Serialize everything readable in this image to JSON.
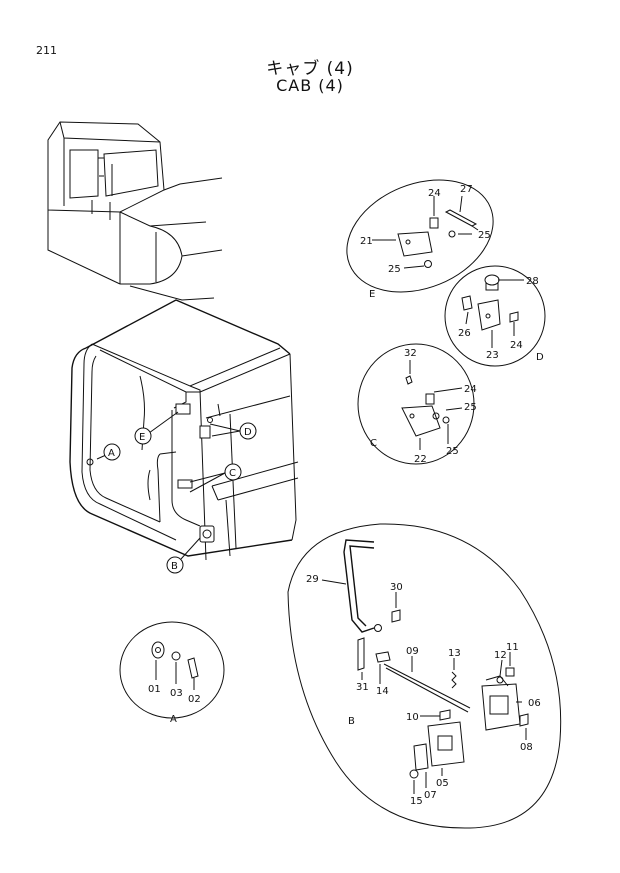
{
  "page_number": "211",
  "title_jp": "キャブ (4)",
  "title_en": "CAB (4)",
  "callouts": {
    "a": "A",
    "b": "B",
    "c": "C",
    "d": "D",
    "e": "E"
  },
  "detail_labels": {
    "e": "E",
    "d": "D",
    "c": "C",
    "a": "A",
    "b": "B"
  },
  "parts": {
    "p24e": "24",
    "p27": "27",
    "p21": "21",
    "p25e1": "25",
    "p25e2": "25",
    "p28": "28",
    "p26": "26",
    "p24d": "24",
    "p23": "23",
    "p32": "32",
    "p24c": "24",
    "p25c1": "25",
    "p22": "22",
    "p25c2": "25",
    "p01": "01",
    "p03": "03",
    "p02": "02",
    "p29": "29",
    "p30": "30",
    "p13": "13",
    "p09": "09",
    "p11": "11",
    "p12": "12",
    "p31": "31",
    "p14": "14",
    "p06": "06",
    "p10": "10",
    "p08": "08",
    "p05": "05",
    "p07": "07",
    "p15": "15"
  }
}
